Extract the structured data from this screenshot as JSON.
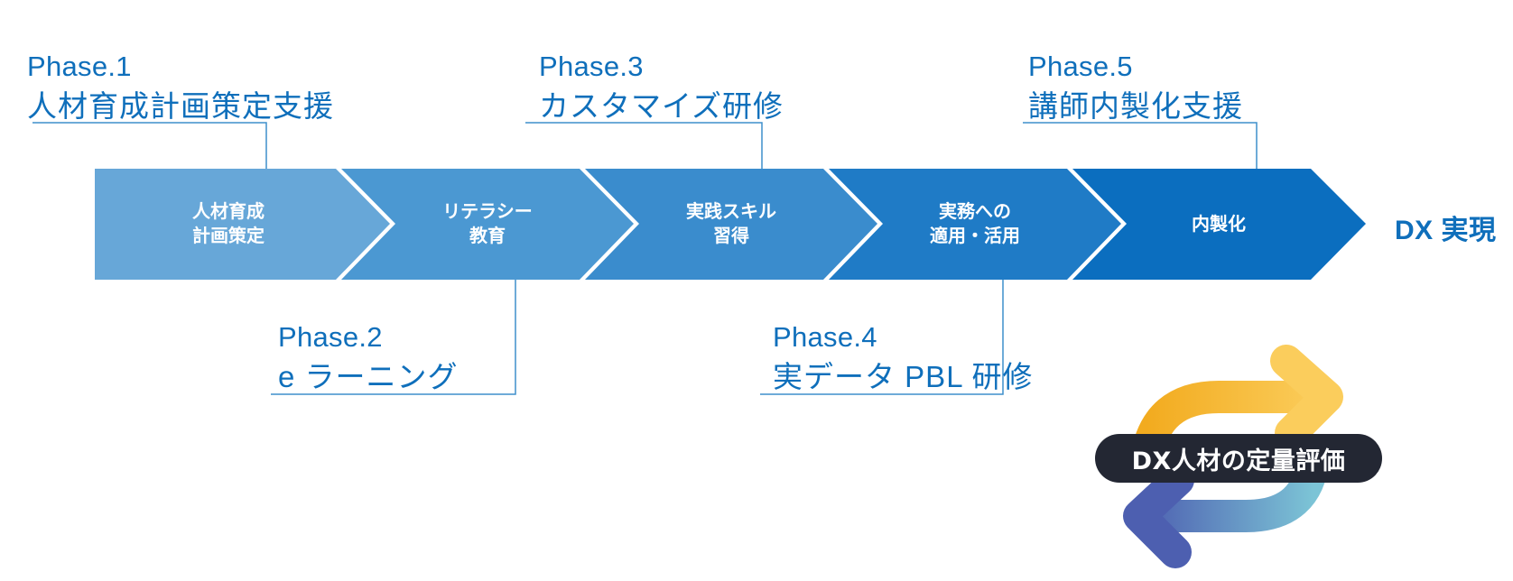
{
  "diagram": {
    "title": "DX人材育成フェーズ",
    "segments": [
      {
        "line1": "人材育成",
        "line2": "計画策定",
        "color": "#67a7d8"
      },
      {
        "line1": "リテラシー",
        "line2": "教育",
        "color": "#4b98d2"
      },
      {
        "line1": "実践スキル",
        "line2": "習得",
        "color": "#3a8ccd"
      },
      {
        "line1": "実務への",
        "line2": "適用・活用",
        "color": "#1f7bc6"
      },
      {
        "line1": "内製化",
        "line2": "",
        "color": "#0b6ebf"
      }
    ],
    "phases": [
      {
        "num": "Phase.1",
        "title": "人材育成計画策定支援",
        "position": "top"
      },
      {
        "num": "Phase.2",
        "title": "e ラーニング",
        "position": "bottom"
      },
      {
        "num": "Phase.3",
        "title": "カスタマイズ研修",
        "position": "top"
      },
      {
        "num": "Phase.4",
        "title": "実データ PBL 研修",
        "position": "bottom"
      },
      {
        "num": "Phase.5",
        "title": "講師内製化支援",
        "position": "top"
      }
    ],
    "goal": "DX 実現",
    "cycle_badge": {
      "label": "DX人材の定量評価",
      "icon": "cycle-arrows-icon",
      "colors": {
        "top_arrow_start": "#f2ab1f",
        "top_arrow_end": "#fbcd5c",
        "bottom_arrow_start": "#4d5fb0",
        "bottom_arrow_end": "#7cc4d6",
        "badge_bg": "#232733"
      }
    },
    "accent_color": "#0f6fbb",
    "connector_color": "#3f8fcc"
  }
}
